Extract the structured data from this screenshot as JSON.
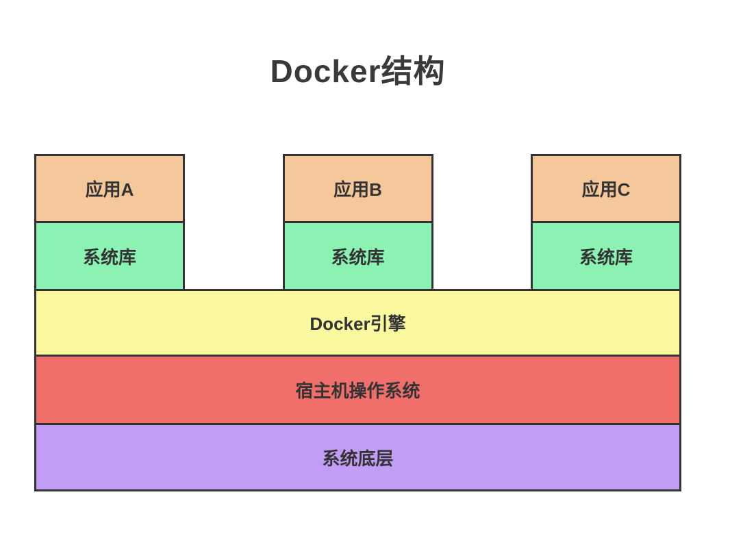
{
  "title": "Docker结构",
  "colors": {
    "app_box": "#F4C89A",
    "lib_box": "#8BF2B4",
    "engine_box": "#FBF99F",
    "host_os_box": "#F16F6A",
    "base_box": "#C19DF5",
    "border": "#333333",
    "text": "#333333",
    "background": "#FFFFFF"
  },
  "stacks": [
    {
      "app": "应用A",
      "lib": "系统库"
    },
    {
      "app": "应用B",
      "lib": "系统库"
    },
    {
      "app": "应用C",
      "lib": "系统库"
    }
  ],
  "layers": [
    {
      "label": "Docker引擎"
    },
    {
      "label": "宿主机操作系统"
    },
    {
      "label": "系统底层"
    }
  ]
}
